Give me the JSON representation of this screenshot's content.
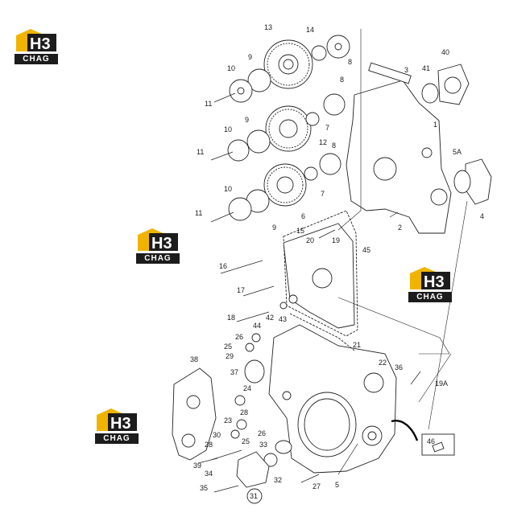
{
  "logo": {
    "mark": "H3",
    "word": "CHAG",
    "accent": "#f0b400",
    "dark": "#1c1c1c"
  },
  "callouts": [
    {
      "id": "c13",
      "text": "13"
    },
    {
      "id": "c14",
      "text": "14"
    },
    {
      "id": "c8a",
      "text": "8"
    },
    {
      "id": "c10a",
      "text": "10"
    },
    {
      "id": "c9a",
      "text": "9"
    },
    {
      "id": "c11a",
      "text": "11"
    },
    {
      "id": "c3",
      "text": "3"
    },
    {
      "id": "c41",
      "text": "41"
    },
    {
      "id": "c40",
      "text": "40"
    },
    {
      "id": "c8b",
      "text": "8"
    },
    {
      "id": "c7a",
      "text": "7"
    },
    {
      "id": "c1",
      "text": "1"
    },
    {
      "id": "c10b",
      "text": "10"
    },
    {
      "id": "c9b",
      "text": "9"
    },
    {
      "id": "c12",
      "text": "12"
    },
    {
      "id": "c11b",
      "text": "11"
    },
    {
      "id": "c5A",
      "text": "5A"
    },
    {
      "id": "c8c",
      "text": "8"
    },
    {
      "id": "c7b",
      "text": "7"
    },
    {
      "id": "c10c",
      "text": "10"
    },
    {
      "id": "c6",
      "text": "6"
    },
    {
      "id": "c4",
      "text": "4"
    },
    {
      "id": "c9c",
      "text": "9"
    },
    {
      "id": "c11c",
      "text": "11"
    },
    {
      "id": "c2",
      "text": "2"
    },
    {
      "id": "c15",
      "text": "15"
    },
    {
      "id": "c20",
      "text": "20"
    },
    {
      "id": "c19",
      "text": "19"
    },
    {
      "id": "c45",
      "text": "45"
    },
    {
      "id": "c16",
      "text": "16"
    },
    {
      "id": "c17",
      "text": "17"
    },
    {
      "id": "c42",
      "text": "42"
    },
    {
      "id": "c43",
      "text": "43"
    },
    {
      "id": "c18",
      "text": "18"
    },
    {
      "id": "c44",
      "text": "44"
    },
    {
      "id": "c26a",
      "text": "26"
    },
    {
      "id": "c25a",
      "text": "25"
    },
    {
      "id": "c29",
      "text": "29"
    },
    {
      "id": "c21",
      "text": "21"
    },
    {
      "id": "c38",
      "text": "38"
    },
    {
      "id": "c22",
      "text": "22"
    },
    {
      "id": "c37",
      "text": "37"
    },
    {
      "id": "c36",
      "text": "36"
    },
    {
      "id": "c19A",
      "text": "19A"
    },
    {
      "id": "c24",
      "text": "24"
    },
    {
      "id": "c28",
      "text": "28"
    },
    {
      "id": "c23",
      "text": "23"
    },
    {
      "id": "c26b",
      "text": "26"
    },
    {
      "id": "c30",
      "text": "30"
    },
    {
      "id": "c25b",
      "text": "25"
    },
    {
      "id": "c28b",
      "text": "28"
    },
    {
      "id": "c33",
      "text": "33"
    },
    {
      "id": "c46",
      "text": "46"
    },
    {
      "id": "c39",
      "text": "39"
    },
    {
      "id": "c34",
      "text": "34"
    },
    {
      "id": "c32",
      "text": "32"
    },
    {
      "id": "c27",
      "text": "27"
    },
    {
      "id": "c5",
      "text": "5"
    },
    {
      "id": "c35",
      "text": "35"
    },
    {
      "id": "c31",
      "text": "31"
    }
  ]
}
